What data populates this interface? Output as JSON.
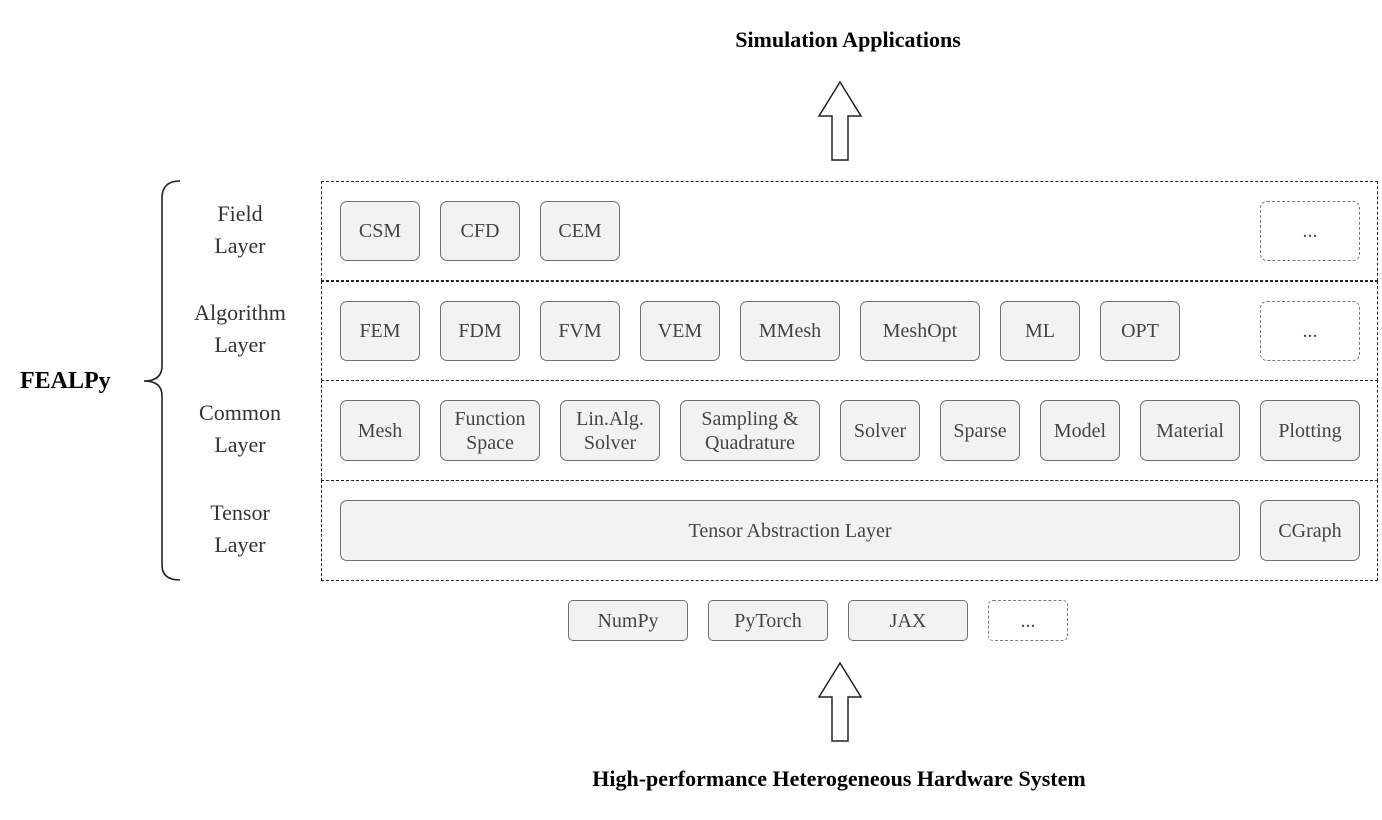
{
  "top_title": "Simulation Applications",
  "bottom_title": "High-performance Heterogeneous Hardware System",
  "framework_name": "FEALPy",
  "layers": {
    "field": {
      "label_1": "Field",
      "label_2": "Layer",
      "items": [
        "CSM",
        "CFD",
        "CEM"
      ],
      "more": "..."
    },
    "algorithm": {
      "label_1": "Algorithm",
      "label_2": "Layer",
      "items": [
        "FEM",
        "FDM",
        "FVM",
        "VEM",
        "MMesh",
        "MeshOpt",
        "ML",
        "OPT"
      ],
      "more": "..."
    },
    "common": {
      "label_1": "Common",
      "label_2": "Layer",
      "items": [
        {
          "l1": "Mesh",
          "l2": ""
        },
        {
          "l1": "Function",
          "l2": "Space"
        },
        {
          "l1": "Lin.Alg.",
          "l2": "Solver"
        },
        {
          "l1": "Sampling &",
          "l2": "Quadrature"
        },
        {
          "l1": "Solver",
          "l2": ""
        },
        {
          "l1": "Sparse",
          "l2": ""
        },
        {
          "l1": "Model",
          "l2": ""
        },
        {
          "l1": "Material",
          "l2": ""
        },
        {
          "l1": "Plotting",
          "l2": ""
        }
      ]
    },
    "tensor": {
      "label_1": "Tensor",
      "label_2": "Layer",
      "abstraction": "Tensor Abstraction Layer",
      "cgraph": "CGraph"
    }
  },
  "backends": {
    "items": [
      "NumPy",
      "PyTorch",
      "JAX"
    ],
    "more": "..."
  }
}
